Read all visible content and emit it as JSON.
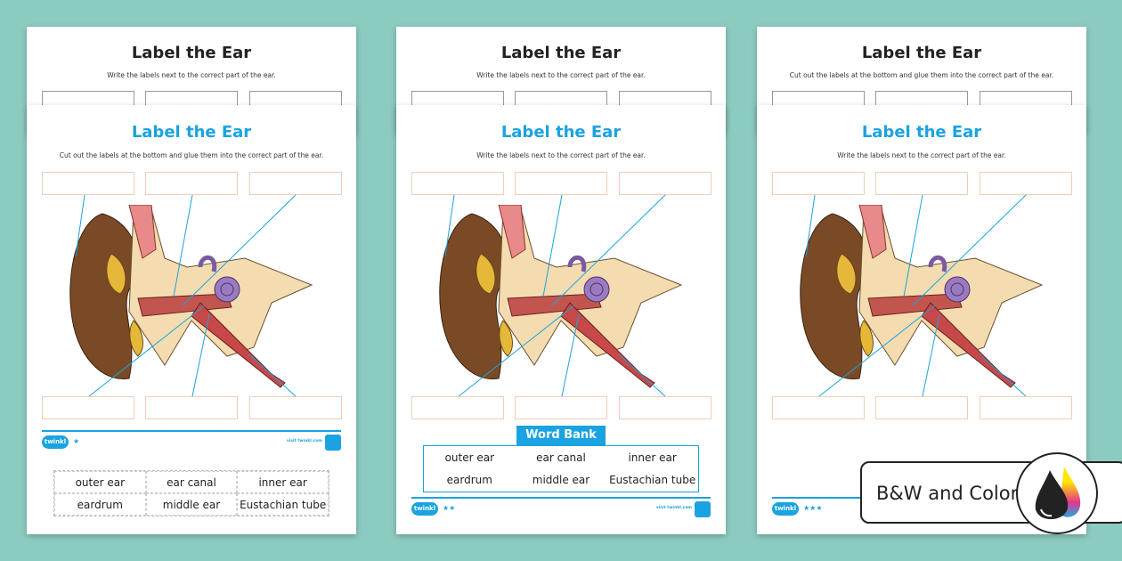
{
  "pages": [
    {
      "back_title": "Label the Ear",
      "back_subtitle": "Write the labels next to the correct part of the ear.",
      "title": "Label the Ear",
      "subtitle": "Cut out the labels at the bottom and glue them into the correct part of the ear.",
      "stars": "★",
      "visit": "visit twinkl.com"
    },
    {
      "back_title": "Label the Ear",
      "back_subtitle": "Write the labels next to the correct part of the ear.",
      "title": "Label the Ear",
      "subtitle": "Write the labels next to the correct part of the ear.",
      "stars": "★★",
      "visit": "visit twinkl.com",
      "word_bank_title": "Word Bank"
    },
    {
      "back_title": "Label the Ear",
      "back_subtitle": "Cut out the labels at the bottom and glue them into the correct part of the ear.",
      "title": "Label the Ear",
      "subtitle": "Write the labels next to the correct part of the ear.",
      "stars": "★★★"
    }
  ],
  "logo": "twinkl",
  "word_bank": [
    "outer ear",
    "ear canal",
    "inner ear",
    "eardrum",
    "middle ear",
    "Eustachian tube"
  ],
  "badge": {
    "label": "B&W and Color",
    "icon": "ink-drops-icon"
  },
  "colors": {
    "background": "#8ccbc0",
    "accent": "#1aa3e0"
  }
}
